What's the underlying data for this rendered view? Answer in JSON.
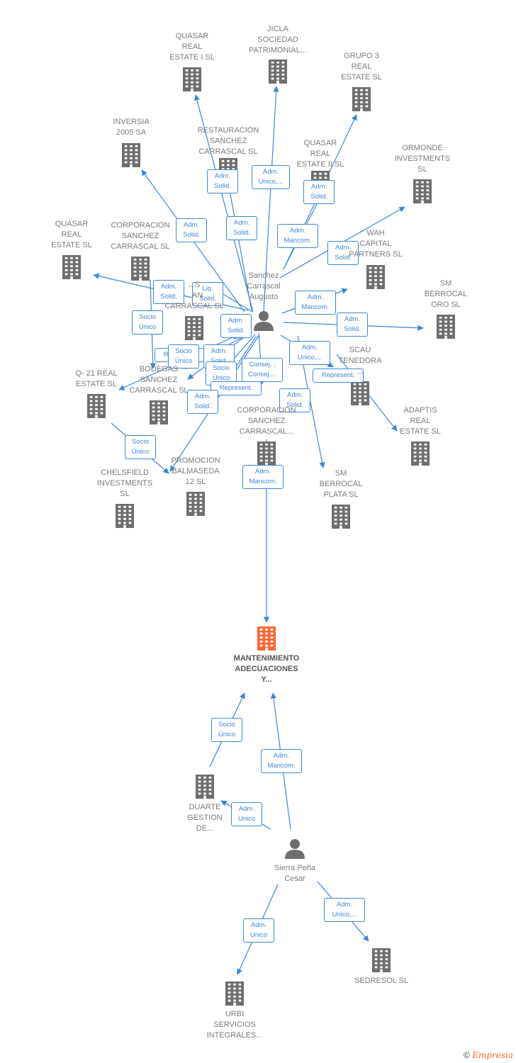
{
  "colors": {
    "edge": "#3b86d8",
    "icon": "#6e6e6e",
    "focus": "#ff6633"
  },
  "nodes": [
    {
      "id": "quasar_i",
      "type": "company",
      "label": "QUASAR\nREAL\nESTATE I  SL"
    },
    {
      "id": "jicla",
      "type": "company",
      "label": "JICLA\nSOCIEDAD\nPATRIMONIAL..."
    },
    {
      "id": "grupo3",
      "type": "company",
      "label": "GRUPO 3\nREAL\nESTATE  SL"
    },
    {
      "id": "inversia",
      "type": "company",
      "label": "INVERSIA\n2005 SA"
    },
    {
      "id": "restauracion",
      "type": "company",
      "label": "RESTAURACION\nSANCHEZ\nCARRASCAL SL"
    },
    {
      "id": "quasar_ii",
      "type": "company",
      "label": "QUASAR\nREAL\nESTATE II  SL"
    },
    {
      "id": "ormonde",
      "type": "company",
      "label": "ORMONDE\nINVESTMENTS\nSL"
    },
    {
      "id": "quasar",
      "type": "company",
      "label": "QUASAR\nREAL\nESTATE  SL"
    },
    {
      "id": "corp1",
      "type": "company",
      "label": "CORPORACION\nSANCHEZ\nCARRASCAL SL"
    },
    {
      "id": "wah",
      "type": "company",
      "label": "WAH\nCAPITAL\nPARTNERS SL"
    },
    {
      "id": "smoro",
      "type": "company",
      "label": "SM\nBERROCAL\nORO SL"
    },
    {
      "id": "bodegas_hidden",
      "type": "company",
      "label": "...S\n...AN\nCARRASCAL SL"
    },
    {
      "id": "scau",
      "type": "company",
      "label": "SCAU\nTENEDORA\n..."
    },
    {
      "id": "q21",
      "type": "company",
      "label": "Q- 21 REAL\nESTATE  SL"
    },
    {
      "id": "bodegas",
      "type": "company",
      "label": "BODEGAS\nSANCHEZ\nCARRASCAL SL"
    },
    {
      "id": "adaptis",
      "type": "company",
      "label": "ADAPTIS\nREAL\nESTATE  SL"
    },
    {
      "id": "corp2",
      "type": "company",
      "label": "CORPORACION\nSANCHEZ\nCARRASCAL..."
    },
    {
      "id": "promocion",
      "type": "company",
      "label": "PROMOCION\nBALMASEDA\n12  SL"
    },
    {
      "id": "chelsfield",
      "type": "company",
      "label": "CHELSFIELD\nINVESTMENTS\nSL"
    },
    {
      "id": "smplata",
      "type": "company",
      "label": "SM\nBERROCAL\nPLATA SL"
    },
    {
      "id": "sanchez",
      "type": "person",
      "label": "Sanchez\nCarrascal\nAugusto"
    },
    {
      "id": "main",
      "type": "focus",
      "label": "MANTENIMIENTO\nADECUACIONES\nY..."
    },
    {
      "id": "duarte",
      "type": "company",
      "label": "DUARTE\nGESTION\nDE..."
    },
    {
      "id": "sierra",
      "type": "person",
      "label": "Sierra Peña\nCesar"
    },
    {
      "id": "sedresol",
      "type": "company",
      "label": "SEDRESOL  SL"
    },
    {
      "id": "urbi",
      "type": "company",
      "label": "URBI\nSERVICIOS\nINTEGRALES..."
    }
  ],
  "edge_labels": [
    "Adm.\nSolid.",
    "Adm.\nUnico,...",
    "Adm.\nSolid.",
    "Adm.\nSolid.",
    "Adm.\nSolid.",
    "Adm.\nMancom.",
    "Adm.\nSolid.",
    "Adm.\nSolid.",
    "Liq.\nSolid.",
    "Adm.\nMancom.",
    "Socio\nÚnico",
    "Adm.\nSolid.",
    "Adm.\nSolid.",
    "Adm.\nUnico,...",
    "Represent.",
    "Socio\nÚnico",
    "Adm.\nSolid.",
    "Consej. ,\nConsej....",
    "Socio\nÚnico",
    "Represent.",
    "Represent.",
    "Adm.\nSolid.",
    "Adm.\nSolid.",
    "Socio\nÚnico",
    "Adm.\nMancom.",
    "Socio\nÚnico",
    "Adm.\nMancom.",
    "Adm.\nUnico",
    "Adm.\nUnico",
    "Adm.\nUnico,..."
  ],
  "copyright": {
    "symbol": "©",
    "brand": "Empresia"
  }
}
